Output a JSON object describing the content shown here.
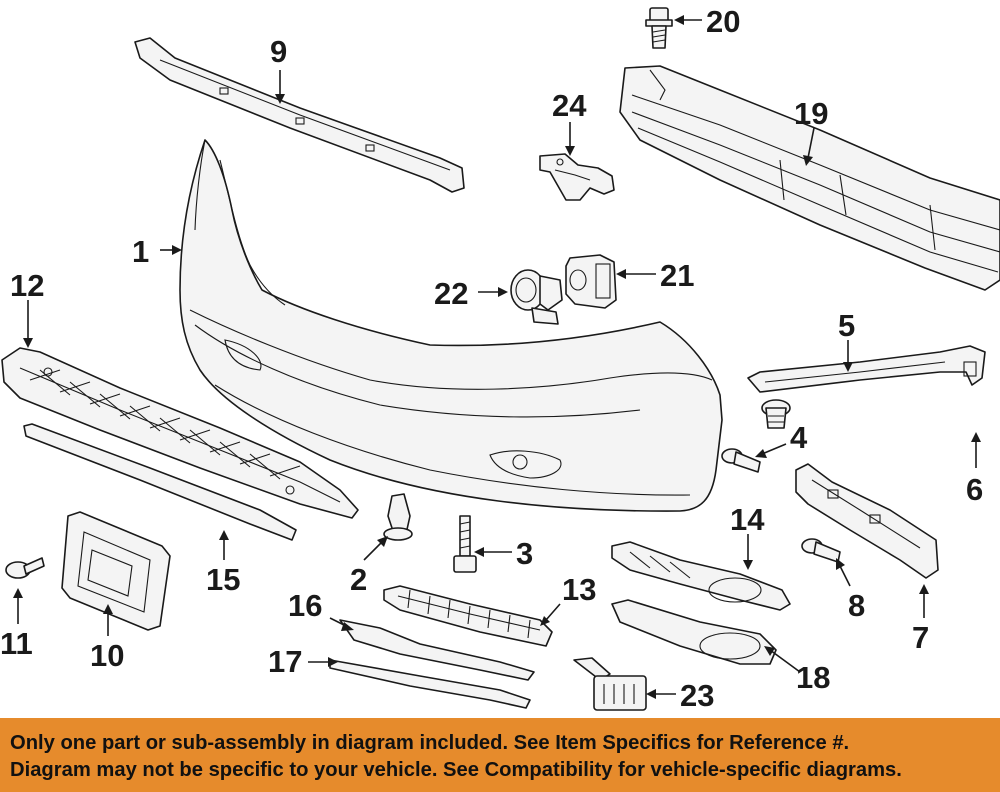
{
  "callouts": [
    "1",
    "2",
    "3",
    "4",
    "5",
    "6",
    "7",
    "8",
    "9",
    "10",
    "11",
    "12",
    "13",
    "14",
    "15",
    "16",
    "17",
    "18",
    "19",
    "20",
    "21",
    "22",
    "23",
    "24"
  ],
  "colors": {
    "banner": "#e68b2c",
    "line": "#1a1a1a",
    "background": "#ffffff"
  },
  "disclaimer": {
    "line1": "Only one part or sub-assembly in diagram included. See Item Specifics for Reference #.",
    "line2": "Diagram may not be specific to your vehicle. See Compatibility for vehicle-specific diagrams."
  }
}
